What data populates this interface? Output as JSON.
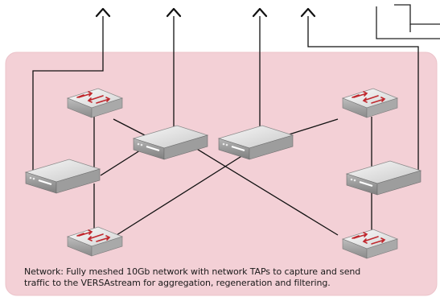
{
  "colors": {
    "zone_fill": "#f3d0d6",
    "zone_border": "#e8c0c7",
    "link": "#111111",
    "switch_arrow": "#c0282e",
    "box_top": "#e6e6e6",
    "box_side": "#9a9a9a"
  },
  "devices": {
    "switches": [
      "router-top-left",
      "router-top-right",
      "router-bottom-left",
      "router-bottom-right"
    ],
    "appliances": [
      "tap-left",
      "tap-center-left",
      "tap-center-right",
      "tap-right"
    ]
  },
  "caption": {
    "line1": "Network:  Fully meshed 10Gb network with network TAPs to capture and send",
    "line2": "traffic to the VERSAstream for aggregation, regeneration and filtering."
  }
}
